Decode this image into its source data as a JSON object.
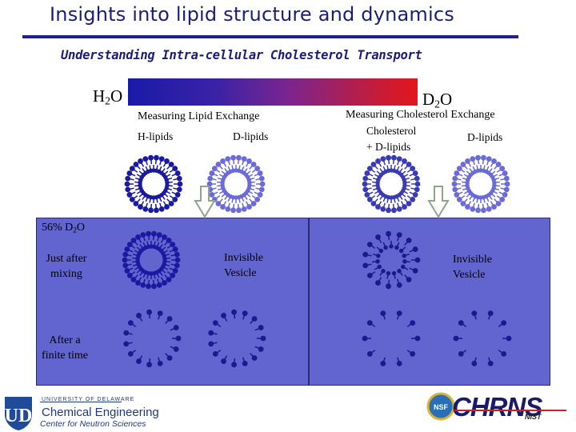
{
  "title": "Insights into lipid structure and dynamics",
  "subtitle": "Understanding Intra-cellular Cholesterol Transport",
  "gradient": {
    "left_label": "H2O",
    "right_label": "D2O",
    "start_color": "#1a1aa8",
    "end_color": "#e4171c"
  },
  "lipid_exchange": {
    "title": "Measuring Lipid Exchange",
    "col1": "H-lipids",
    "col2": "D-lipids"
  },
  "cholesterol_exchange": {
    "title": "Measuring Cholesterol Exchange",
    "col1_line1": "Cholesterol",
    "col1_line2": "+ D-lipids",
    "col2": "D-lipids"
  },
  "panel": {
    "percent_label": "56% D2O",
    "row1_label_line1": "Just after",
    "row1_label_line2": "mixing",
    "row2_label_line1": "After a",
    "row2_label_line2": "finite time",
    "invisible_line1": "Invisible",
    "invisible_line2": "Vesicle",
    "background_color": "#6264cf"
  },
  "footer": {
    "ud_name": "UNIVERSITY OF DELAWARE",
    "ud_dept": "Chemical Engineering",
    "ud_center": "Center for Neutron Sciences",
    "chrns": "CHRNS",
    "nist": "NIST"
  },
  "colors": {
    "title": "#1c1c7a",
    "vesicle_dark": "#1a1aa0",
    "vesicle_light": "#6a6ad8",
    "arrow": "#9bb097"
  },
  "icons": [
    "ud-logo-icon",
    "nsf-logo-icon",
    "down-arrow-icon",
    "vesicle-icon",
    "lipid-fragment-icon"
  ]
}
